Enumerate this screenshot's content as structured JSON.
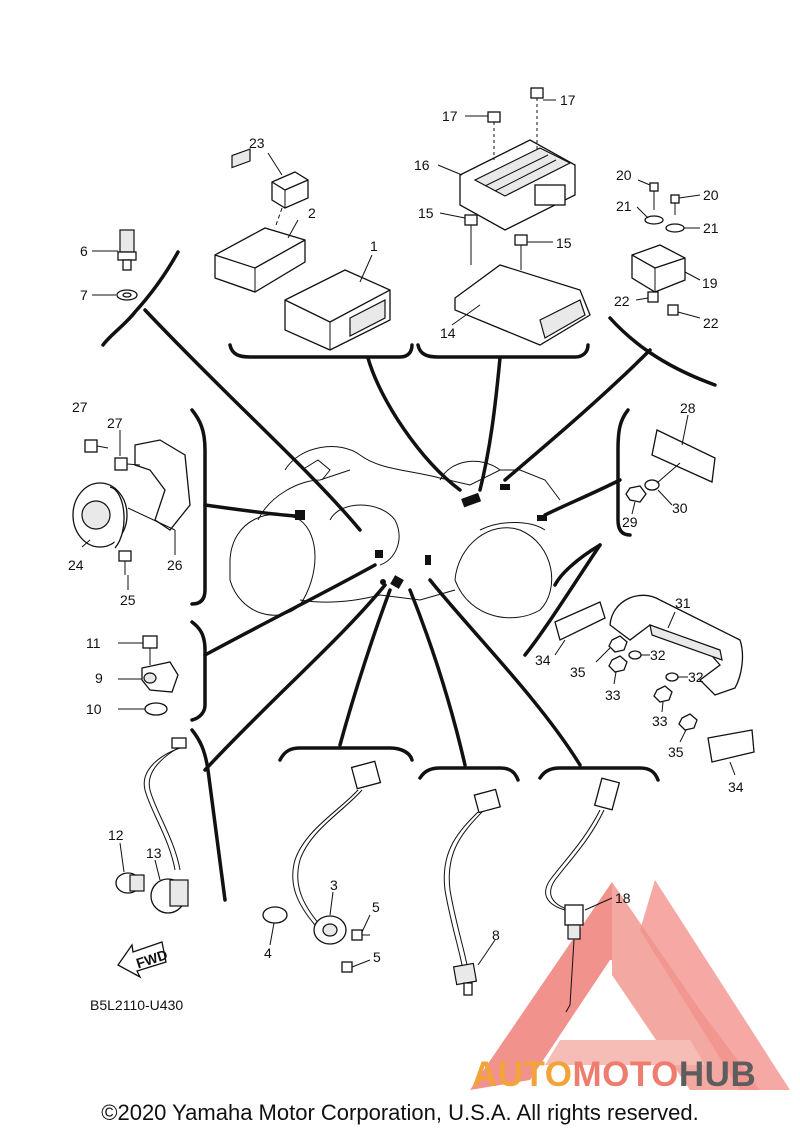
{
  "diagram": {
    "drawing_code": "B5L2110-U430",
    "fwd_label": "FWD",
    "callouts": {
      "c1": "1",
      "c2": "2",
      "c3": "3",
      "c4": "4",
      "c5a": "5",
      "c5b": "5",
      "c6": "6",
      "c7": "7",
      "c8": "8",
      "c9": "9",
      "c10": "10",
      "c11": "11",
      "c12": "12",
      "c13": "13",
      "c14": "14",
      "c15a": "15",
      "c15b": "15",
      "c16": "16",
      "c17a": "17",
      "c17b": "17",
      "c18": "18",
      "c19": "19",
      "c20a": "20",
      "c20b": "20",
      "c21a": "21",
      "c21b": "21",
      "c22a": "22",
      "c22b": "22",
      "c23": "23",
      "c24": "24",
      "c25": "25",
      "c26": "26",
      "c27a": "27",
      "c27b": "27",
      "c28": "28",
      "c29": "29",
      "c30": "30",
      "c31": "31",
      "c32a": "32",
      "c32b": "32",
      "c33a": "33",
      "c33b": "33",
      "c34a": "34",
      "c34b": "34",
      "c35a": "35",
      "c35b": "35"
    }
  },
  "watermark": {
    "part1": "AUTO",
    "part2": "MOTO",
    "part3": "HUB",
    "color_auto": "#f2a33a",
    "color_moto": "#ee7d6f",
    "color_hub": "#5d5d5d",
    "logo_color": "#ee6e66"
  },
  "footer": {
    "copyright": "©2020 Yamaha Motor Corporation, U.S.A. All rights reserved."
  }
}
